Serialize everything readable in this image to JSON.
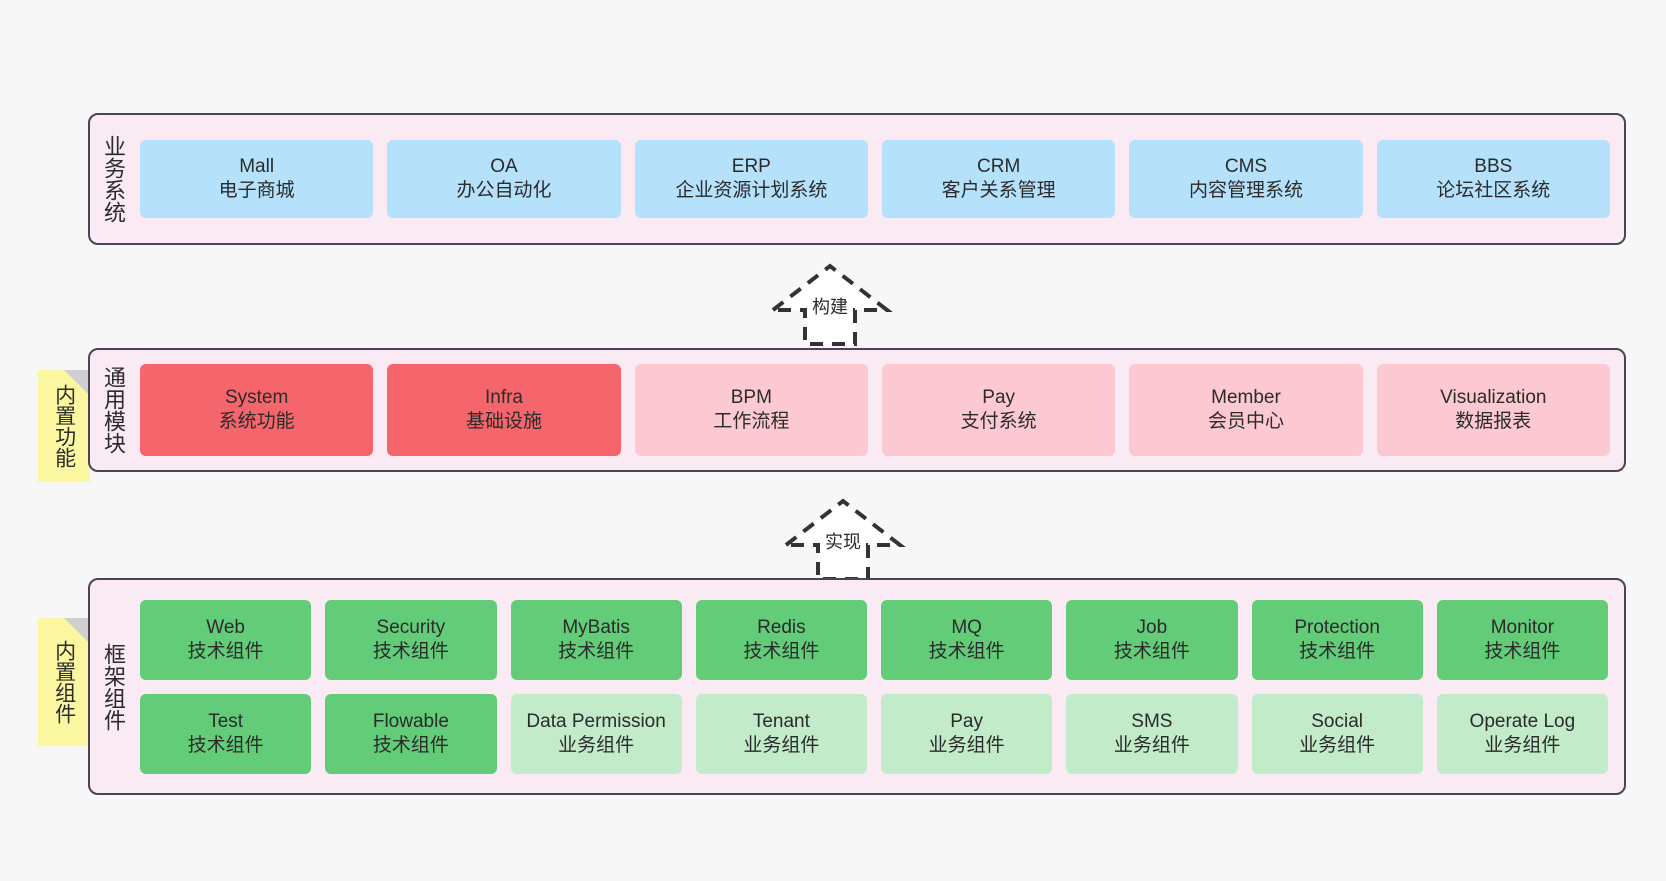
{
  "diagram": {
    "background": "#f7f7f7",
    "panel_bg": "#f9eaf4",
    "panel_border": "#4a4453",
    "note_bg": "#fbf7a0",
    "colors": {
      "business": "#b5e1fb",
      "module_primary": "#f4666b",
      "module_secondary": "#fcc9d2",
      "tech_component": "#63cc79",
      "biz_component": "#c2ebc9"
    }
  },
  "sections": {
    "business": {
      "title": "业务系统",
      "cards": [
        {
          "en": "Mall",
          "cn": "电子商城"
        },
        {
          "en": "OA",
          "cn": "办公自动化"
        },
        {
          "en": "ERP",
          "cn": "企业资源计划系统"
        },
        {
          "en": "CRM",
          "cn": "客户关系管理"
        },
        {
          "en": "CMS",
          "cn": "内容管理系统"
        },
        {
          "en": "BBS",
          "cn": "论坛社区系统"
        }
      ]
    },
    "modules": {
      "title": "通用模块",
      "note": "内置功能",
      "cards": [
        {
          "en": "System",
          "cn": "系统功能",
          "tone": "red"
        },
        {
          "en": "Infra",
          "cn": "基础设施",
          "tone": "red"
        },
        {
          "en": "BPM",
          "cn": "工作流程",
          "tone": "pink"
        },
        {
          "en": "Pay",
          "cn": "支付系统",
          "tone": "pink"
        },
        {
          "en": "Member",
          "cn": "会员中心",
          "tone": "pink"
        },
        {
          "en": "Visualization",
          "cn": "数据报表",
          "tone": "pink"
        }
      ]
    },
    "framework": {
      "title": "框架组件",
      "note": "内置组件",
      "row1": [
        {
          "en": "Web",
          "cn": "技术组件",
          "tone": "green"
        },
        {
          "en": "Security",
          "cn": "技术组件",
          "tone": "green"
        },
        {
          "en": "MyBatis",
          "cn": "技术组件",
          "tone": "green"
        },
        {
          "en": "Redis",
          "cn": "技术组件",
          "tone": "green"
        },
        {
          "en": "MQ",
          "cn": "技术组件",
          "tone": "green"
        },
        {
          "en": "Job",
          "cn": "技术组件",
          "tone": "green"
        },
        {
          "en": "Protection",
          "cn": "技术组件",
          "tone": "green"
        },
        {
          "en": "Monitor",
          "cn": "技术组件",
          "tone": "green"
        }
      ],
      "row2": [
        {
          "en": "Test",
          "cn": "技术组件",
          "tone": "green"
        },
        {
          "en": "Flowable",
          "cn": "技术组件",
          "tone": "green"
        },
        {
          "en": "Data Permission",
          "cn": "业务组件",
          "tone": "lgreen"
        },
        {
          "en": "Tenant",
          "cn": "业务组件",
          "tone": "lgreen"
        },
        {
          "en": "Pay",
          "cn": "业务组件",
          "tone": "lgreen"
        },
        {
          "en": "SMS",
          "cn": "业务组件",
          "tone": "lgreen"
        },
        {
          "en": "Social",
          "cn": "业务组件",
          "tone": "lgreen"
        },
        {
          "en": "Operate Log",
          "cn": "业务组件",
          "tone": "lgreen"
        }
      ]
    }
  },
  "connectors": [
    {
      "label": "构建"
    },
    {
      "label": "实现"
    }
  ]
}
